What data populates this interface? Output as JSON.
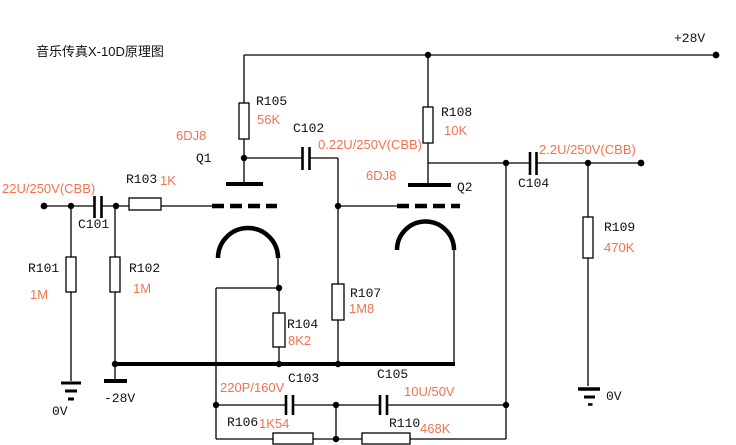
{
  "title": "音乐传真X-10D原理图",
  "colors": {
    "accent_orange": "#f4724e",
    "wire_black": "#000000",
    "background": "#ffffff"
  },
  "power": {
    "vplus": "+28V",
    "vminus": "-28V",
    "gnd_input": "0V",
    "gnd_output": "0V"
  },
  "tubes": {
    "q1": {
      "designator": "Q1",
      "type": "6DJ8"
    },
    "q2": {
      "designator": "Q2",
      "type": "6DJ8"
    }
  },
  "resistors": {
    "r101": {
      "ref": "R101",
      "value": "1M"
    },
    "r102": {
      "ref": "R102",
      "value": "1M"
    },
    "r103": {
      "ref": "R103",
      "value": "1K"
    },
    "r104": {
      "ref": "R104",
      "value": "8K2"
    },
    "r105": {
      "ref": "R105",
      "value": "56K"
    },
    "r106": {
      "ref": "R106",
      "value": "1K54"
    },
    "r107": {
      "ref": "R107",
      "value": "1M8"
    },
    "r108": {
      "ref": "R108",
      "value": "10K"
    },
    "r109": {
      "ref": "R109",
      "value": "470K"
    },
    "r110": {
      "ref": "R110",
      "value": "468K"
    }
  },
  "capacitors": {
    "c101": {
      "ref": "C101",
      "value": "22U/250V(CBB)"
    },
    "c102": {
      "ref": "C102",
      "value": "0.22U/250V(CBB)"
    },
    "c103": {
      "ref": "C103",
      "value": "220P/160V"
    },
    "c104": {
      "ref": "C104",
      "value": "2.2U/250V(CBB)"
    },
    "c105": {
      "ref": "C105",
      "value": "10U/50V"
    }
  }
}
